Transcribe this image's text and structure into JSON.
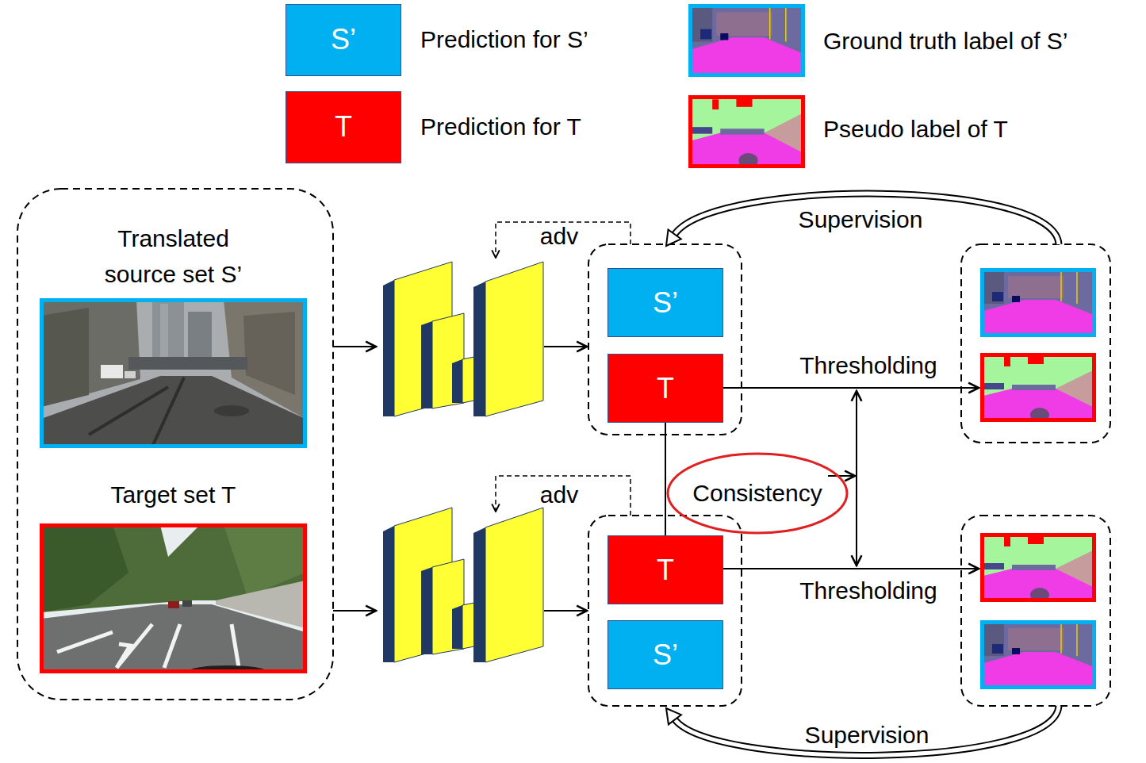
{
  "diagram": {
    "nodes": [
      {
        "text": [
          "Translated source set S’"
        ]
      },
      {
        "text": [
          "Target set T"
        ]
      },
      {
        "text": [
          "S’"
        ]
      },
      {
        "text": [
          "T"
        ]
      },
      {
        "text": [
          "T"
        ]
      },
      {
        "text": [
          "S’"
        ]
      }
    ],
    "edges": [
      {
        "from": 3,
        "to": 4,
        "arrow": "none",
        "label": "Consistency"
      }
    ],
    "labels": [
      "S’",
      "T",
      "Supervision",
      "adv",
      "Thresholding",
      "adv",
      "Thresholding",
      "Supervision"
    ],
    "legend": [
      {
        "text": "Prediction for S’",
        "color": "#00b0f0"
      },
      {
        "text": "Prediction for T",
        "color": "#ff0000"
      },
      {
        "text": "Ground truth label of S’"
      },
      {
        "text": "Pseudo label of T"
      }
    ]
  }
}
